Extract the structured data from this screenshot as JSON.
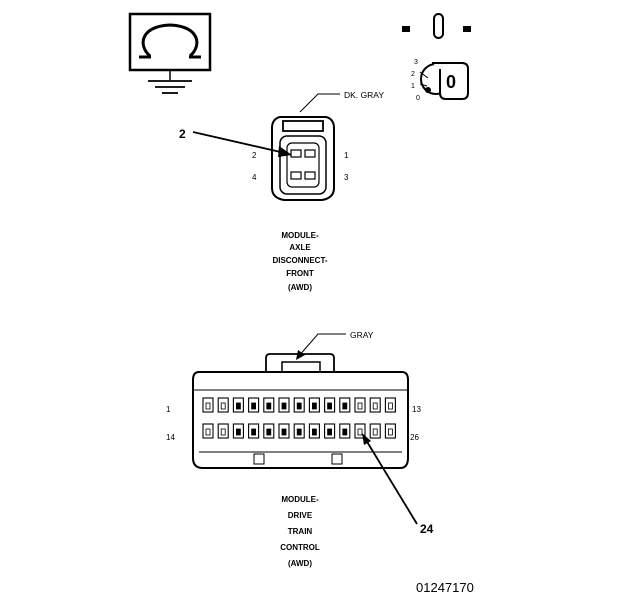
{
  "top_icons": {
    "ohmmeter_icon": "ohm-meter-icon",
    "ignition_icon": "ignition-key-icon",
    "ignition_positions": [
      "3",
      "2",
      "1",
      "0"
    ],
    "ignition_key_label": "0"
  },
  "connector_axle": {
    "color_label": "DK. GRAY",
    "callout_number": "2",
    "pin_numbers": {
      "p1": "1",
      "p2": "2",
      "p3": "3",
      "p4": "4"
    },
    "title_lines": [
      "MODULE-",
      "AXLE",
      "DISCONNECT-",
      "FRONT",
      "(AWD)"
    ]
  },
  "connector_drivetrain": {
    "color_label": "GRAY",
    "callout_number": "24",
    "pin_numbers": {
      "p1": "1",
      "p13": "13",
      "p14": "14",
      "p26": "26"
    },
    "title_lines": [
      "MODULE-",
      "DRIVE",
      "TRAIN",
      "CONTROL",
      "(AWD)"
    ]
  },
  "figure_id": "01247170"
}
